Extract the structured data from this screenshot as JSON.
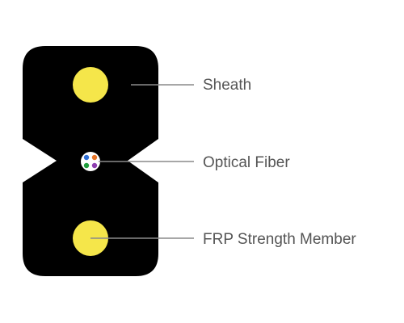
{
  "diagram": {
    "labels": {
      "sheath": "Sheath",
      "optical_fiber": "Optical Fiber",
      "frp_strength_member": "FRP Strength Member"
    },
    "colors": {
      "cable_jacket": "#000000",
      "strength_member": "#f5e64a",
      "fiber_core_background": "#ffffff",
      "leader_line": "#8a8a8a",
      "label_text": "#555555",
      "fiber_dots": [
        "#2f6fd6",
        "#e8762a",
        "#1f9e3c",
        "#8e3fb0"
      ]
    }
  }
}
